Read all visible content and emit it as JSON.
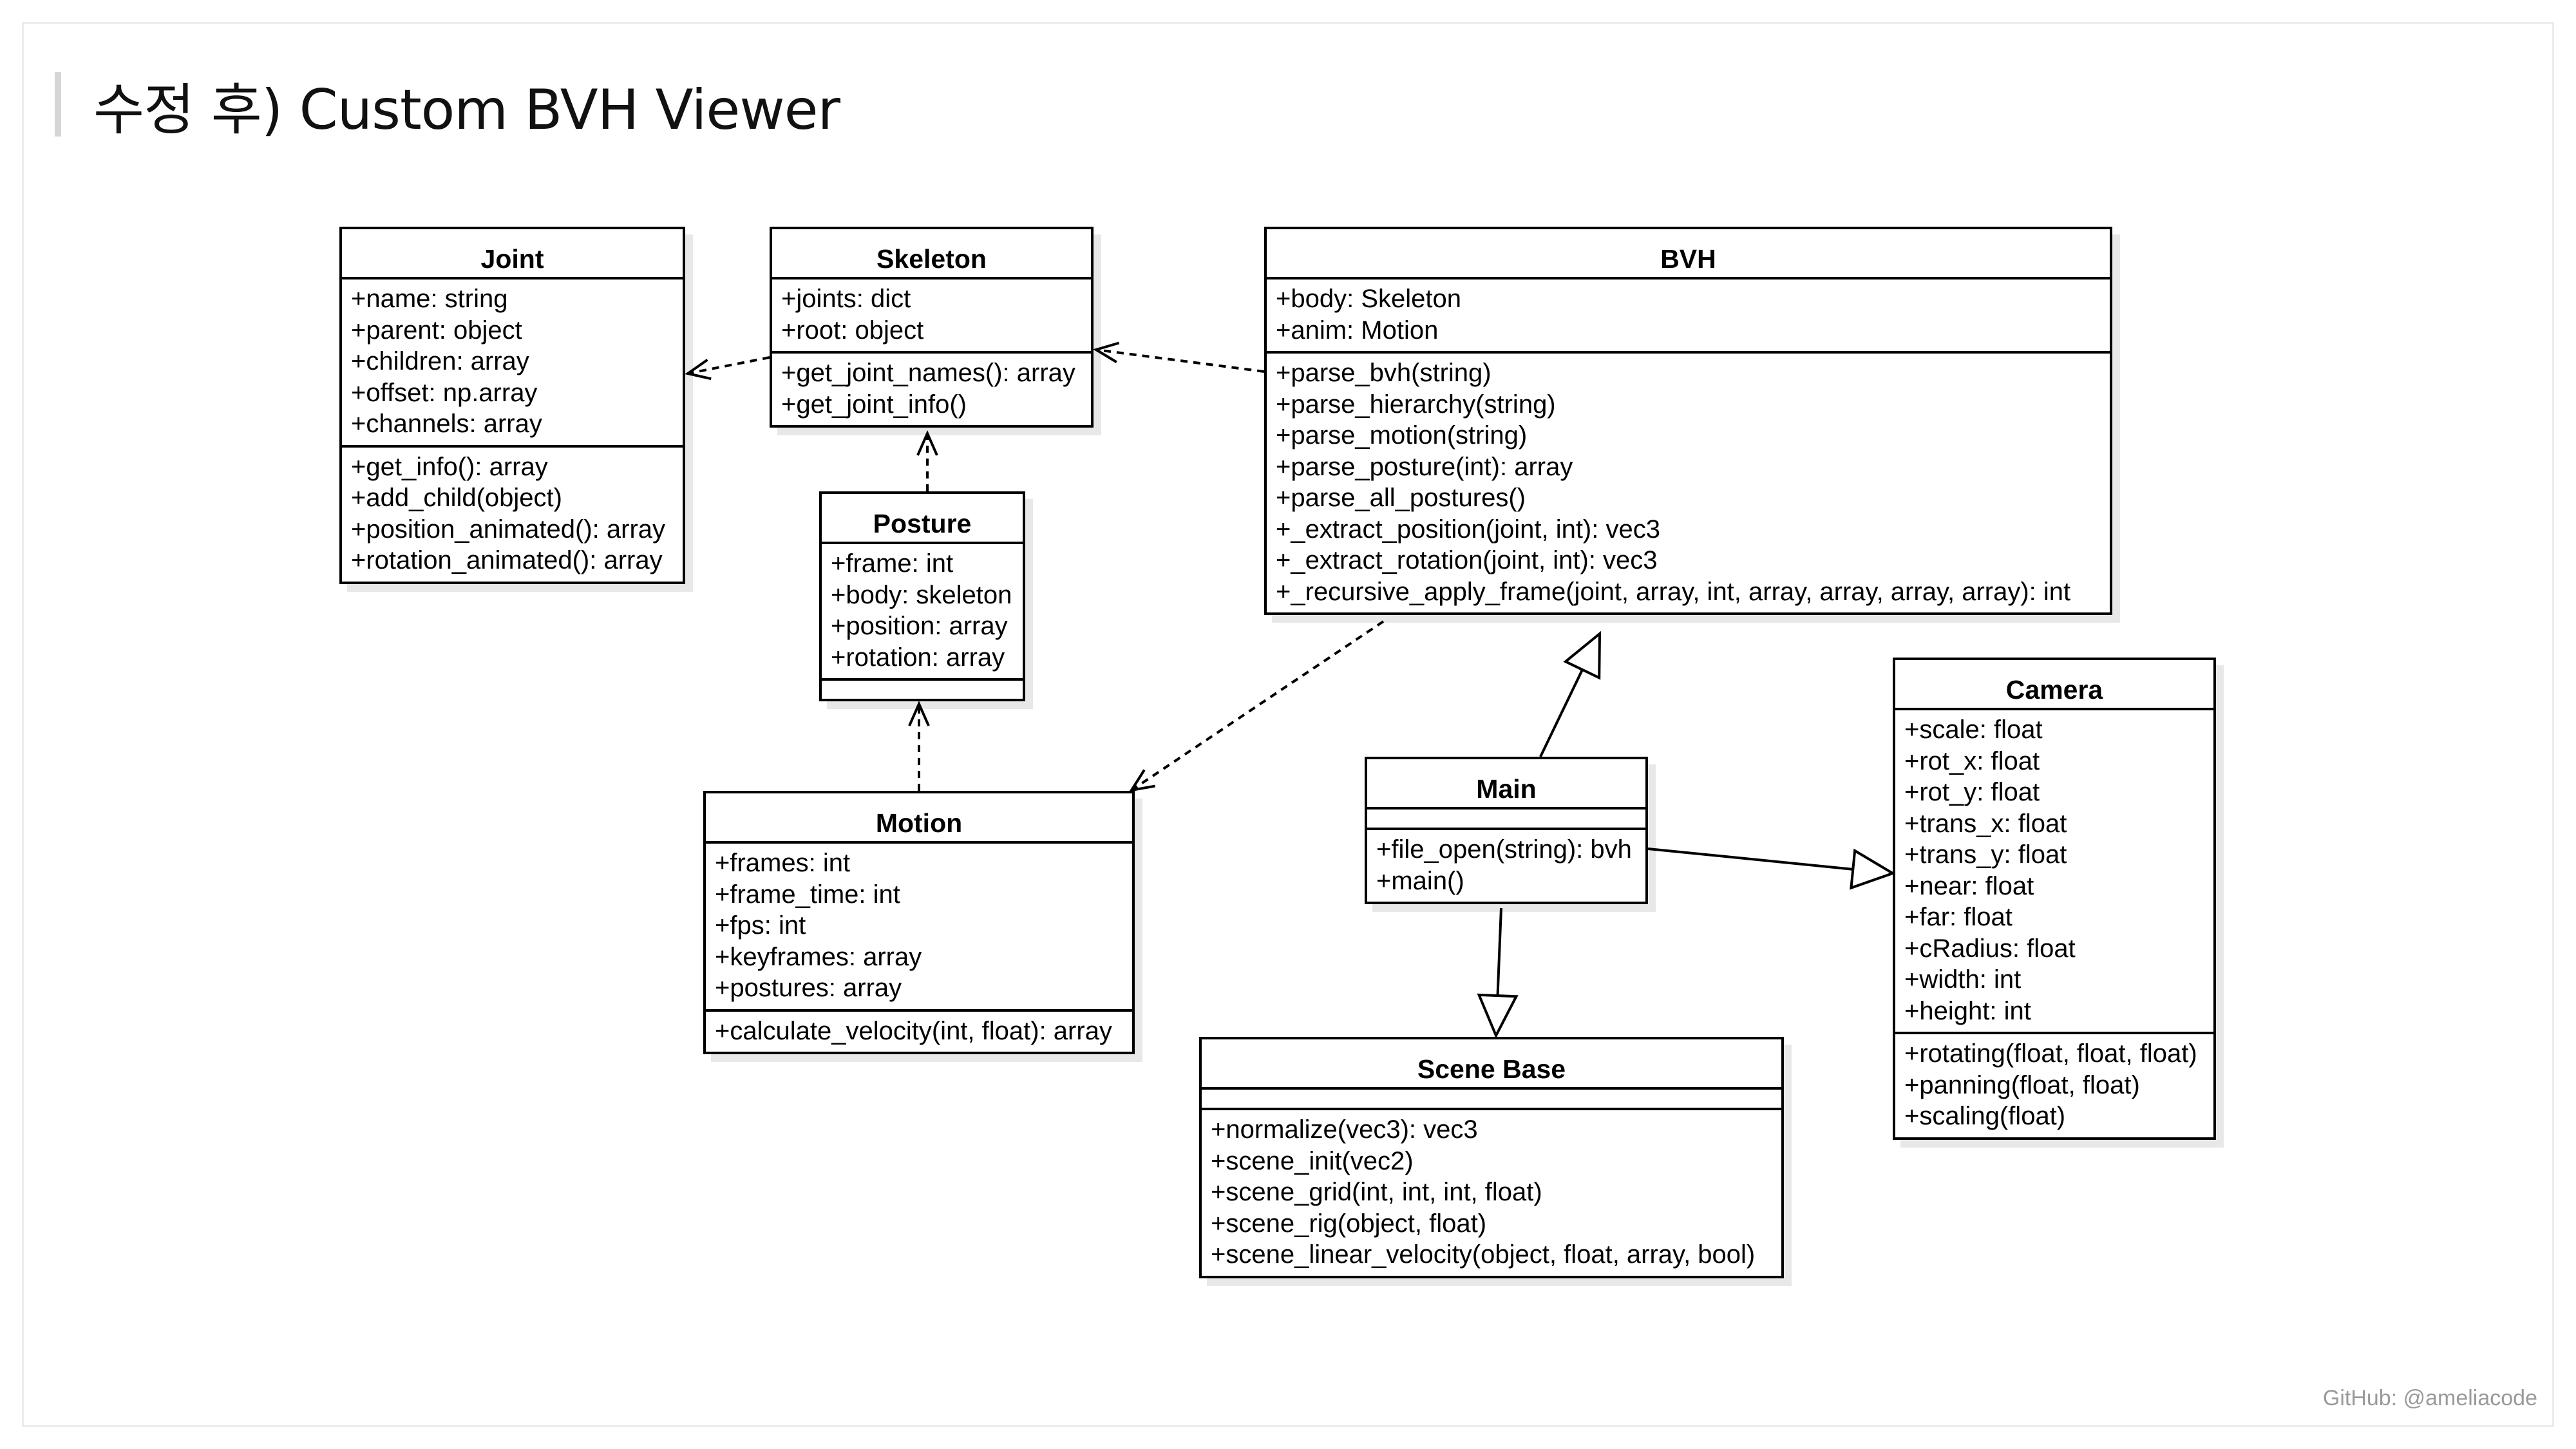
{
  "page": {
    "title": "수정 후) Custom BVH Viewer",
    "footer": "GitHub: @ameliacode"
  },
  "diagram": {
    "classes": {
      "joint": {
        "name": "Joint",
        "attributes": [
          "+name: string",
          "+parent: object",
          "+children: array",
          "+offset: np.array",
          "+channels: array"
        ],
        "methods": [
          "+get_info(): array",
          "+add_child(object)",
          "+position_animated(): array",
          "+rotation_animated(): array"
        ]
      },
      "skeleton": {
        "name": "Skeleton",
        "attributes": [
          "+joints: dict",
          "+root: object"
        ],
        "methods": [
          "+get_joint_names(): array",
          "+get_joint_info()"
        ]
      },
      "bvh": {
        "name": "BVH",
        "attributes": [
          "+body: Skeleton",
          "+anim: Motion"
        ],
        "methods": [
          "+parse_bvh(string)",
          "+parse_hierarchy(string)",
          "+parse_motion(string)",
          "+parse_posture(int): array",
          "+parse_all_postures()",
          "+_extract_position(joint, int): vec3",
          "+_extract_rotation(joint, int): vec3",
          "+_recursive_apply_frame(joint, array, int, array, array, array, array): int"
        ]
      },
      "posture": {
        "name": "Posture",
        "attributes": [
          "+frame: int",
          "+body: skeleton",
          "+position: array",
          "+rotation: array"
        ],
        "methods": []
      },
      "motion": {
        "name": "Motion",
        "attributes": [
          "+frames: int",
          "+frame_time: int",
          "+fps: int",
          "+keyframes: array",
          "+postures: array"
        ],
        "methods": [
          "+calculate_velocity(int, float): array"
        ]
      },
      "main": {
        "name": "Main",
        "attributes": [],
        "methods": [
          "+file_open(string): bvh",
          "+main()"
        ]
      },
      "camera": {
        "name": "Camera",
        "attributes": [
          "+scale: float",
          "+rot_x: float",
          "+rot_y: float",
          "+trans_x: float",
          "+trans_y: float",
          "+near: float",
          "+far: float",
          "+cRadius: float",
          "+width: int",
          "+height: int"
        ],
        "methods": [
          "+rotating(float, float, float)",
          "+panning(float, float)",
          "+scaling(float)"
        ]
      },
      "scene_base": {
        "name": "Scene Base",
        "attributes": [],
        "methods": [
          "+normalize(vec3): vec3",
          "+scene_init(vec2)",
          "+scene_grid(int, int, int, float)",
          "+scene_rig(object, float)",
          "+scene_linear_velocity(object, float, array, bool)"
        ]
      }
    },
    "relations": [
      {
        "from": "skeleton",
        "to": "joint",
        "type": "dependency"
      },
      {
        "from": "bvh",
        "to": "skeleton",
        "type": "dependency"
      },
      {
        "from": "posture",
        "to": "skeleton",
        "type": "dependency"
      },
      {
        "from": "motion",
        "to": "posture",
        "type": "dependency"
      },
      {
        "from": "bvh",
        "to": "motion",
        "type": "dependency"
      },
      {
        "from": "main",
        "to": "bvh",
        "type": "generalization"
      },
      {
        "from": "main",
        "to": "camera",
        "type": "generalization"
      },
      {
        "from": "main",
        "to": "scene_base",
        "type": "generalization"
      }
    ]
  }
}
